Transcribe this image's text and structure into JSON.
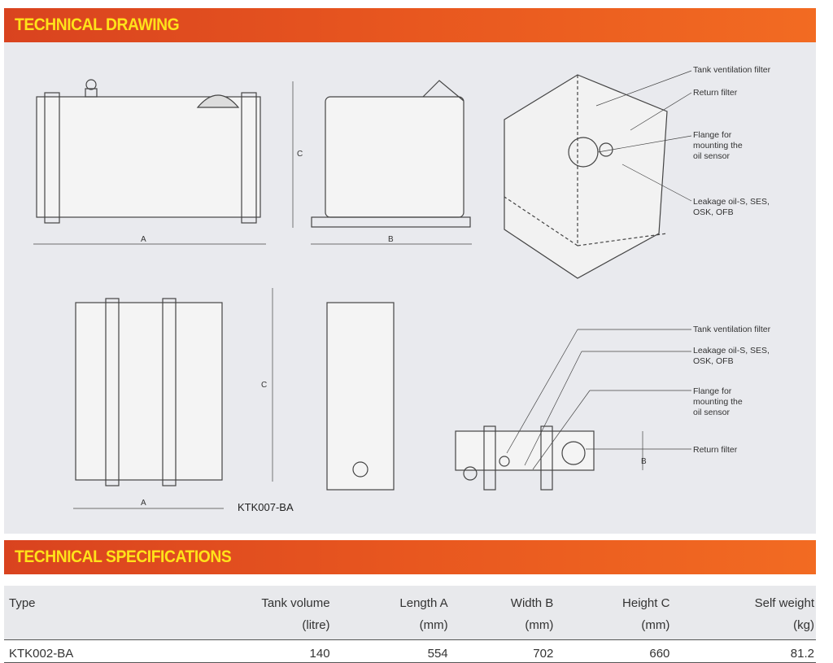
{
  "sections": {
    "drawing_title": "TECHNICAL DRAWING",
    "specs_title": "TECHNICAL SPECIFICATIONS"
  },
  "drawing": {
    "labels_top": [
      "Tank ventilation filter",
      "Return filter",
      "Flange for\nmounting the\noil sensor",
      "Leakage oil-S, SES,\nOSK, OFB"
    ],
    "labels_bottom": [
      "Tank ventilation filter",
      "Leakage oil-S, SES,\nOSK, OFB",
      "Flange for\nmounting the\noil sensor",
      "Return filter"
    ],
    "dims": {
      "a": "A",
      "b": "B",
      "c": "C"
    },
    "model": "KTK007-BA"
  },
  "table": {
    "headers": [
      [
        "Type",
        ""
      ],
      [
        "Tank volume",
        "(litre)"
      ],
      [
        "Length A",
        "(mm)"
      ],
      [
        "Width B",
        "(mm)"
      ],
      [
        "Height C",
        "(mm)"
      ],
      [
        "Self weight",
        "(kg)"
      ]
    ],
    "rows": [
      [
        "KTK002-BA",
        "140",
        "554",
        "702",
        "660",
        "81.2"
      ]
    ]
  },
  "colors": {
    "accent": "#e8571f",
    "title": "#ffe21a"
  }
}
